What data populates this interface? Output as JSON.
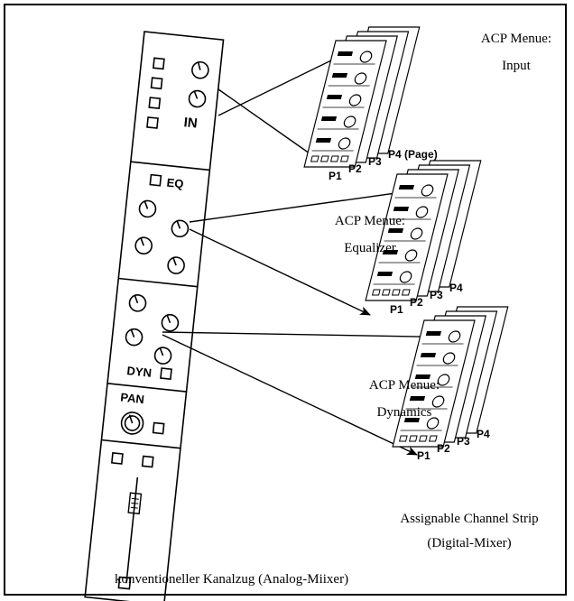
{
  "strip": {
    "in_label": "IN",
    "eq_label": "EQ",
    "dyn_label": "DYN",
    "pan_label": "PAN"
  },
  "menus": [
    {
      "title_line1": "ACP Menue:",
      "title_line2": "Input",
      "pages": [
        "P1",
        "P2",
        "P3",
        "P4 (Page)"
      ]
    },
    {
      "title_line1": "ACP Menue:",
      "title_line2": "Equalizer",
      "pages": [
        "P1",
        "P2",
        "P3",
        "P4"
      ]
    },
    {
      "title_line1": "ACP Menue:",
      "title_line2": "Dynamics",
      "pages": [
        "P1",
        "P2",
        "P3",
        "P4"
      ]
    }
  ],
  "captions": {
    "assignable_line1": "Assignable Channel Strip",
    "assignable_line2": "(Digital-Mixer)",
    "conventional": "konventioneller Kanalzug (Analog-Miixer)"
  }
}
